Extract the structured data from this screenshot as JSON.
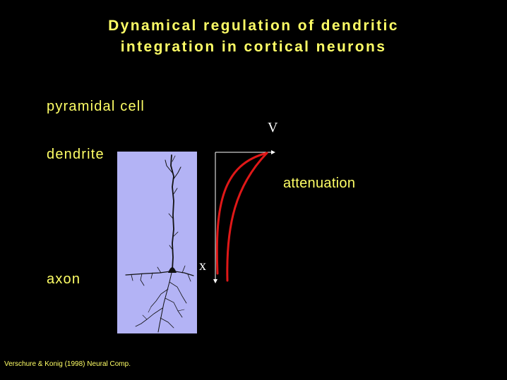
{
  "slide": {
    "title_line1": "Dynamical regulation of dendritic",
    "title_line2": "integration in cortical neurons",
    "labels": {
      "pyramidal_cell": "pyramidal cell",
      "dendrite": "dendrite",
      "axon": "axon",
      "attenuation": "attenuation"
    },
    "plot": {
      "v_axis": "V",
      "x_axis": "x"
    },
    "citation": "Verschure & Konig (1998) Neural Comp."
  },
  "colors": {
    "background": "#000000",
    "title_text": "#ffff66",
    "cell_panel": "#b3b3f5",
    "curve": "#e01818",
    "axis": "#ffffff"
  },
  "icons": [
    "pyramidal-neuron-drawing"
  ]
}
